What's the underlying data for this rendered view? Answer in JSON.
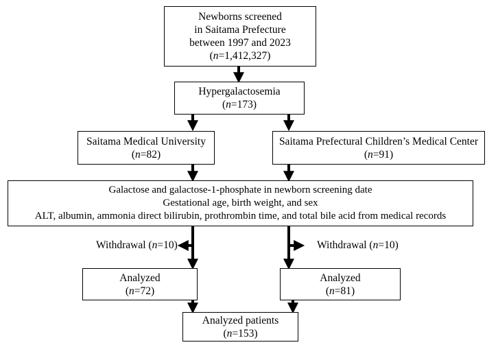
{
  "screened": {
    "lines": [
      "Newborns screened",
      "in Saitama Prefecture",
      "between 1997 and 2023"
    ],
    "n_var": "n",
    "n_value": "=1,412,327"
  },
  "hyper": {
    "title": "Hypergalactosemia",
    "n_var": "n",
    "n_value": "=173"
  },
  "smu": {
    "title": "Saitama Medical University",
    "n_var": "n",
    "n_value": "=82"
  },
  "spcmc": {
    "title": "Saitama Prefectural Children’s Medical Center",
    "n_var": "n",
    "n_value": "=91"
  },
  "data_collection": {
    "lines": [
      "Galactose and galactose-1-phosphate in newborn screening date",
      "Gestational age, birth weight, and sex",
      "ALT, albumin, ammonia direct bilirubin, prothrombin time, and total bile acid from medical records"
    ]
  },
  "withdrawal_left": {
    "prefix": "Withdrawal (",
    "n_var": "n",
    "suffix": "=10)"
  },
  "withdrawal_right": {
    "prefix": "Withdrawal (",
    "n_var": "n",
    "suffix": "=10)"
  },
  "analyzed_left": {
    "title": "Analyzed",
    "n_var": "n",
    "n_value": "=72"
  },
  "analyzed_right": {
    "title": "Analyzed",
    "n_var": "n",
    "n_value": "=81"
  },
  "analyzed_total": {
    "title": "Analyzed patients",
    "n_var": "n",
    "n_value": "=153"
  }
}
